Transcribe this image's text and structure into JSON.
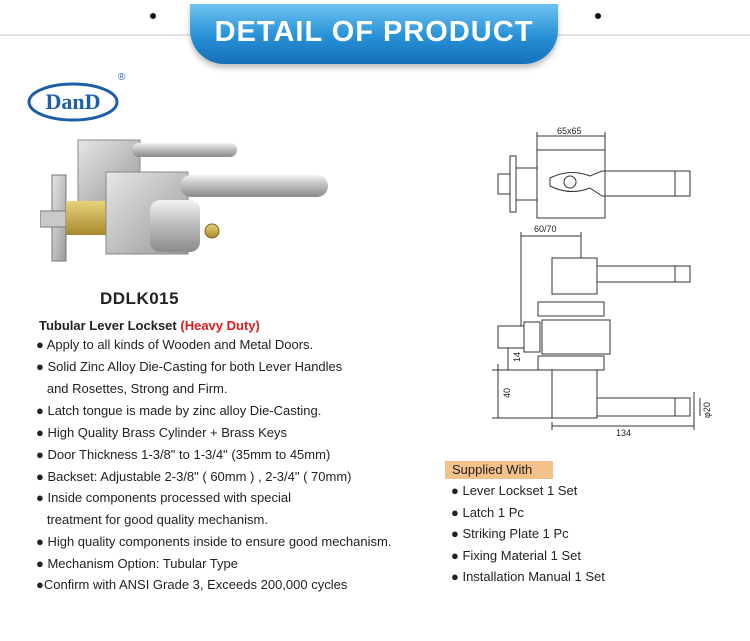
{
  "header": {
    "title": "DETAIL OF PRODUCT"
  },
  "brand": {
    "logo_text": "DanD",
    "registered_mark": "®"
  },
  "product": {
    "model": "DDLK015",
    "subtitle_main": "Tubular Lever Lockset",
    "subtitle_accent": "(Heavy Duty)",
    "features": [
      "● Apply to all kinds of Wooden and Metal Doors.",
      "● Solid Zinc Alloy Die-Casting for both Lever Handles",
      "   and Rosettes, Strong and Firm.",
      "● Latch tongue is made by zinc alloy Die-Casting.",
      "● High Quality Brass Cylinder + Brass Keys",
      "● Door Thickness 1-3/8\" to 1-3/4\" (35mm to 45mm)",
      "● Backset: Adjustable 2-3/8\" ( 60mm ) , 2-3/4\" ( 70mm)",
      "● Inside components processed with special",
      "   treatment for good quality mechanism.",
      "● High quality components inside to ensure good mechanism.",
      "● Mechanism Option: Tubular Type",
      "●Confirm with ANSI Grade 3, Exceeds 200,000 cycles"
    ]
  },
  "drawing": {
    "dim_rose": "65x65",
    "dim_backset": "60/70",
    "dim_14": "14",
    "dim_40": "40",
    "dim_length": "134",
    "dim_diameter": "φ20"
  },
  "supplied": {
    "title": "Supplied With",
    "items": [
      "● Lever Lockset 1 Set",
      "● Latch 1 Pc",
      "● Striking Plate 1 Pc",
      "● Fixing Material 1 Set",
      "● Installation Manual 1 Set"
    ]
  },
  "colors": {
    "banner": "#2690d6",
    "accent_red": "#e01b1b",
    "supplied_bg": "#f2c28a",
    "logo_blue": "#1c5ea7"
  }
}
